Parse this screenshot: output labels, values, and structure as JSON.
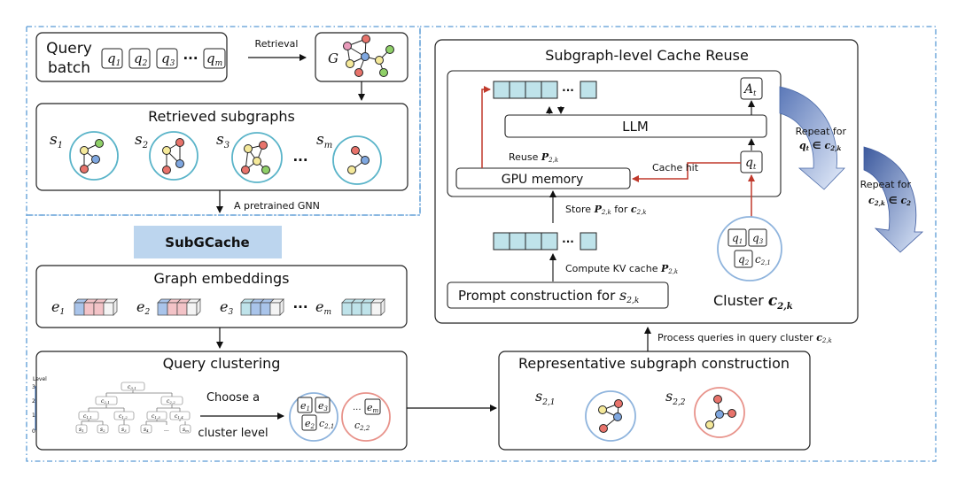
{
  "query_batch": {
    "label_line1": "Query",
    "label_line2": "batch",
    "q1": "q",
    "q1_sub": "1",
    "q2": "q",
    "q2_sub": "2",
    "q3": "q",
    "q3_sub": "3",
    "dots": "···",
    "qm": "q",
    "qm_sub": "m"
  },
  "retrieval_label": "Retrieval",
  "graph_label": "G",
  "retrieved": {
    "title": "Retrieved subgraphs",
    "s1": "s",
    "s1_sub": "1",
    "s2": "s",
    "s2_sub": "2",
    "s3": "s",
    "s3_sub": "3",
    "dots": "···",
    "sm": "s",
    "sm_sub": "m"
  },
  "gnn_label": "A pretrained GNN",
  "subgcache_label": "SubGCache",
  "embeddings": {
    "title": "Graph embeddings",
    "e1": "e",
    "e1_sub": "1",
    "e2": "e",
    "e2_sub": "2",
    "e3": "e",
    "e3_sub": "3",
    "dots": "···",
    "em": "e",
    "em_sub": "m"
  },
  "clustering": {
    "title": "Query clustering",
    "level_label": "Level",
    "levels": [
      "3",
      "2",
      "1",
      "0"
    ],
    "choose_line1": "Choose a",
    "choose_line2": "cluster level",
    "cluster1": {
      "e1": "e",
      "e1_sub": "1",
      "e3": "e",
      "e3_sub": "3",
      "e2": "e",
      "e2_sub": "2",
      "c": "c",
      "c_sub": "2,1"
    },
    "cluster2": {
      "dots": "...",
      "em": "e",
      "em_sub": "m",
      "c": "c",
      "c_sub": "2,2"
    },
    "tree": {
      "root": "c",
      "root_sub": "3,1",
      "l2a": "c",
      "l2a_sub": "2,1",
      "l2b": "c",
      "l2b_sub": "2,2",
      "l1": [
        {
          "t": "c",
          "s": "1,1"
        },
        {
          "t": "c",
          "s": "1,2"
        },
        {
          "t": "c",
          "s": "1,3"
        },
        {
          "t": "c",
          "s": "1,4"
        }
      ],
      "leaves": [
        {
          "t": "s",
          "s": "1"
        },
        {
          "t": "s",
          "s": "2"
        },
        {
          "t": "s",
          "s": "3"
        },
        {
          "t": "s",
          "s": "4"
        },
        {
          "t": "...",
          "s": ""
        },
        {
          "t": "s",
          "s": "m"
        }
      ]
    }
  },
  "representative": {
    "title": "Representative subgraph construction",
    "s21": "s",
    "s21_sub": "2,1",
    "s22": "s",
    "s22_sub": "2,2"
  },
  "process_label": "Process queries in query cluster",
  "process_c": "c",
  "process_c_sub": "2,k",
  "reuse": {
    "title": "Subgraph-level Cache Reuse",
    "llm": "LLM",
    "gpu_memory": "GPU memory",
    "reuse_label": "Reuse",
    "reuse_p": "P",
    "reuse_p_sub": "2,k",
    "cache_hit": "Cache hit",
    "at": "A",
    "at_sub": "t",
    "qt": "q",
    "qt_sub": "t",
    "store_label": "Store",
    "store_p": "P",
    "store_p_sub": "2,k",
    "store_for": "for",
    "store_c": "c",
    "store_c_sub": "2,k",
    "compute_label": "Compute KV cache",
    "compute_p": "P",
    "compute_p_sub": "2,k",
    "prompt_label": "Prompt construction for",
    "prompt_s": "s",
    "prompt_s_sub": "2,k",
    "cluster_q1": "q",
    "cluster_q1_sub": "1",
    "cluster_q3": "q",
    "cluster_q3_sub": "3",
    "cluster_q2": "q",
    "cluster_q2_sub": "2",
    "cluster_c": "c",
    "cluster_c_sub": "2,1",
    "cluster_label": "Cluster",
    "cluster_label_c": "c",
    "cluster_label_c_sub": "2,k"
  },
  "repeat1": {
    "line1": "Repeat for",
    "q": "q",
    "q_sub": "t",
    "in": "∈",
    "c": "c",
    "c_sub": "2,k"
  },
  "repeat2": {
    "line1": "Repeat for",
    "c": "c",
    "c_sub": "2,k",
    "in": "∈",
    "c2": "c",
    "c2_sub": "2"
  },
  "colors": {
    "blue_dash": "#5b9bd5",
    "red_arrow": "#c0392b",
    "subgcache_bg": "#bcd5ee",
    "node_red": "#e8736b",
    "node_yellow": "#f5e99a",
    "node_blue": "#7fa7e0",
    "node_green": "#8fd068",
    "node_pink": "#e99bbb",
    "cube_blue": "#a9c4ea",
    "cube_pink": "#f3c3c7",
    "cube_teal": "#bfe3ea"
  }
}
